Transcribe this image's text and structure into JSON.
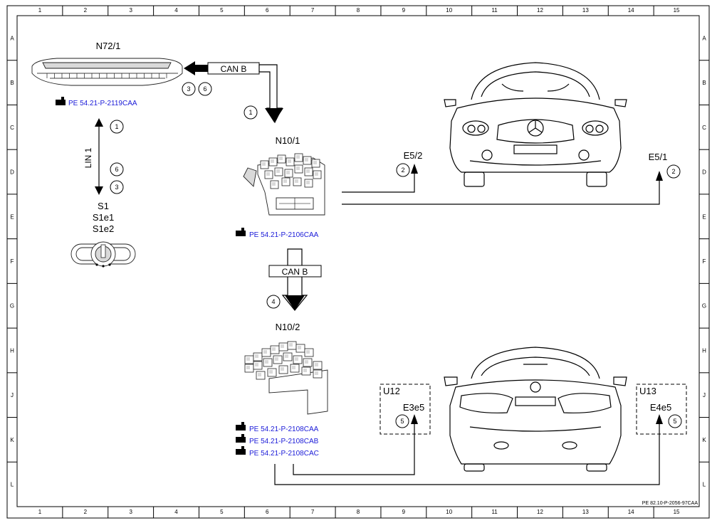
{
  "grid": {
    "columns": [
      "1",
      "2",
      "3",
      "4",
      "5",
      "6",
      "7",
      "8",
      "9",
      "10",
      "11",
      "12",
      "13",
      "14",
      "15"
    ],
    "rows": [
      "A",
      "B",
      "C",
      "D",
      "E",
      "F",
      "G",
      "H",
      "J",
      "K",
      "L"
    ]
  },
  "components": {
    "n72_1": "N72/1",
    "n10_1": "N10/1",
    "n10_2": "N10/2",
    "s1": "S1",
    "s1e1": "S1e1",
    "s1e2": "S1e2",
    "e5_2": "E5/2",
    "e5_1": "E5/1",
    "u12": "U12",
    "e3e5": "E3e5",
    "u13": "U13",
    "e4e5": "E4e5"
  },
  "buses": {
    "can_b_top": "CAN B",
    "can_b_mid": "CAN B",
    "lin_1": "LIN 1"
  },
  "markers": {
    "m3_top": "3",
    "m6_top": "6",
    "m1_can": "1",
    "m1_lin": "1",
    "m6_lin": "6",
    "m3_lin": "3",
    "m2_e52": "2",
    "m2_e51": "2",
    "m4": "4",
    "m5_u12": "5",
    "m5_u13": "5"
  },
  "references": {
    "n72_1_ref": "PE 54.21-P-2119CAA",
    "n10_1_ref": "PE 54.21-P-2106CAA",
    "n10_2_ref_a": "PE 54.21-P-2108CAA",
    "n10_2_ref_b": "PE 54.21-P-2108CAB",
    "n10_2_ref_c": "PE 54.21-P-2108CAC"
  },
  "footer_code": "PE 82.10-P-2056-97CAA"
}
